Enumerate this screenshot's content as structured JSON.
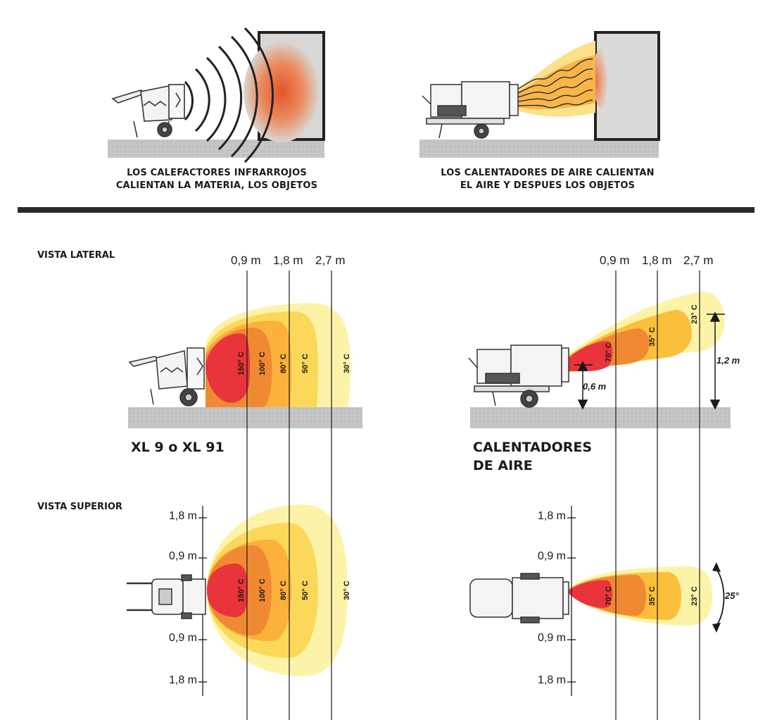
{
  "top": {
    "left_caption_line1": "LOS CALEFACTORES INFRARROJOS",
    "left_caption_line2": "CALIENTAN LA MATERIA, LOS OBJETOS",
    "right_caption_line1": "LOS CALENTADORES DE AIRE CALIENTAN",
    "right_caption_line2": "EL AIRE Y DESPUES LOS OBJETOS"
  },
  "side_view": {
    "heading": "VISTA LATERAL",
    "distances": [
      "0,9 m",
      "1,8 m",
      "2,7 m"
    ],
    "left_label": "XL 9 o XL 91",
    "right_label_line1": "CALENTADORES",
    "right_label_line2": "DE AIRE",
    "infrared_temps": [
      "150° C",
      "100° C",
      "80° C",
      "50° C",
      "30° C"
    ],
    "air_temps": [
      "70° C",
      "35° C",
      "23° C"
    ],
    "dim_outlet_height": "0,6 m",
    "dim_plume_height": "1,2 m"
  },
  "top_view": {
    "heading": "VISTA SUPERIOR",
    "ticks": [
      "1,8 m",
      "0,9 m",
      "0,9 m",
      "1,8 m"
    ],
    "infrared_temps": [
      "150° C",
      "100° C",
      "80° C",
      "50° C",
      "30° C"
    ],
    "air_temps": [
      "70° C",
      "35° C",
      "23° C"
    ],
    "swing_angle": "25°"
  },
  "colors": {
    "zone_red": "#e8343a",
    "zone_orange": "#f08a32",
    "zone_amber": "#fbbf3c",
    "zone_yellow": "#fbe67a",
    "zone_pale": "#fdf3a8",
    "ground": "#c8c8c8",
    "divider": "#2a2a2a"
  }
}
